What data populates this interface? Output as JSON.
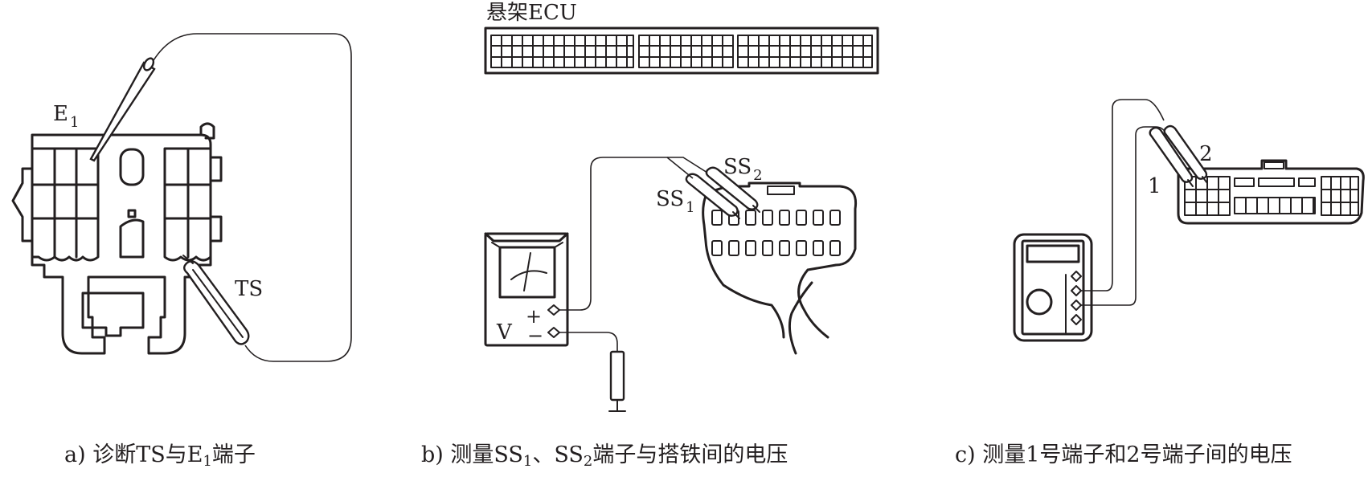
{
  "diagram_a": {
    "label_e1_main": "E",
    "label_e1_sub": "1",
    "label_ts": "TS"
  },
  "diagram_b": {
    "ecu_title": "悬架ECU",
    "label_ss1_main": "SS",
    "label_ss1_sub": "1",
    "label_ss2_main": "SS",
    "label_ss2_sub": "2",
    "meter_v": "V",
    "meter_plus": "+",
    "meter_minus": "−"
  },
  "diagram_c": {
    "label_pin1": "1",
    "label_pin2": "2"
  },
  "captions": {
    "a": {
      "prefix": "a) 诊断TS与E",
      "sub": "1",
      "suffix": "端子"
    },
    "b": {
      "prefix": "b) 测量SS",
      "sub1": "1",
      "mid": "、SS",
      "sub2": "2",
      "suffix": "端子与搭铁间的电压"
    },
    "c": {
      "text": "c) 测量1号端子和2号端子间的电压"
    }
  }
}
